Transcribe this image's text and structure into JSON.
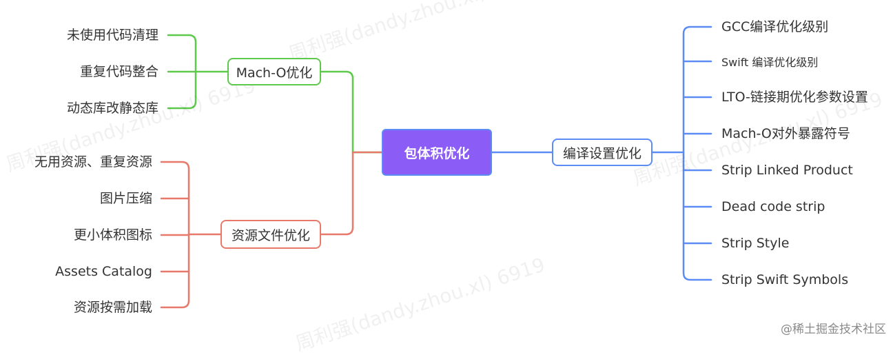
{
  "root": {
    "label": "包体积优化",
    "color": "#8b5cf6"
  },
  "branches": {
    "macho": {
      "label": "Mach-O优化",
      "color": "#5cc94a",
      "leaves": [
        "未使用代码清理",
        "重复代码整合",
        "动态库改静态库"
      ]
    },
    "resources": {
      "label": "资源文件优化",
      "color": "#e8786a",
      "leaves": [
        "无用资源、重复资源",
        "图片压缩",
        "更小体积图标",
        "Assets Catalog",
        "资源按需加载"
      ]
    },
    "compile": {
      "label": "编译设置优化",
      "color": "#5b8cf6",
      "leaves": [
        "GCC编译优化级别",
        "Swift 编译优化级别",
        "LTO-链接期优化参数设置",
        "Mach-O对外暴露符号",
        "Strip Linked Product",
        "Dead code strip",
        "Strip Style",
        "Strip Swift Symbols"
      ]
    }
  },
  "watermark": "周利强(dandy.zhou.xl) 6919",
  "credit": "@稀土掘金技术社区"
}
